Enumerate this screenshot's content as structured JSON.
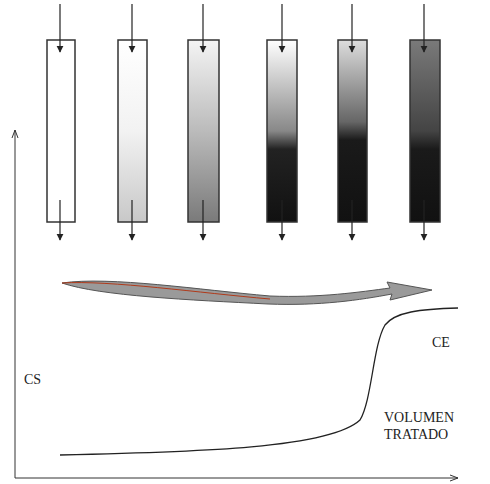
{
  "diagram": {
    "labels": [
      "CS",
      "CE",
      "VOLUMEN TRATADO"
    ]
  }
}
